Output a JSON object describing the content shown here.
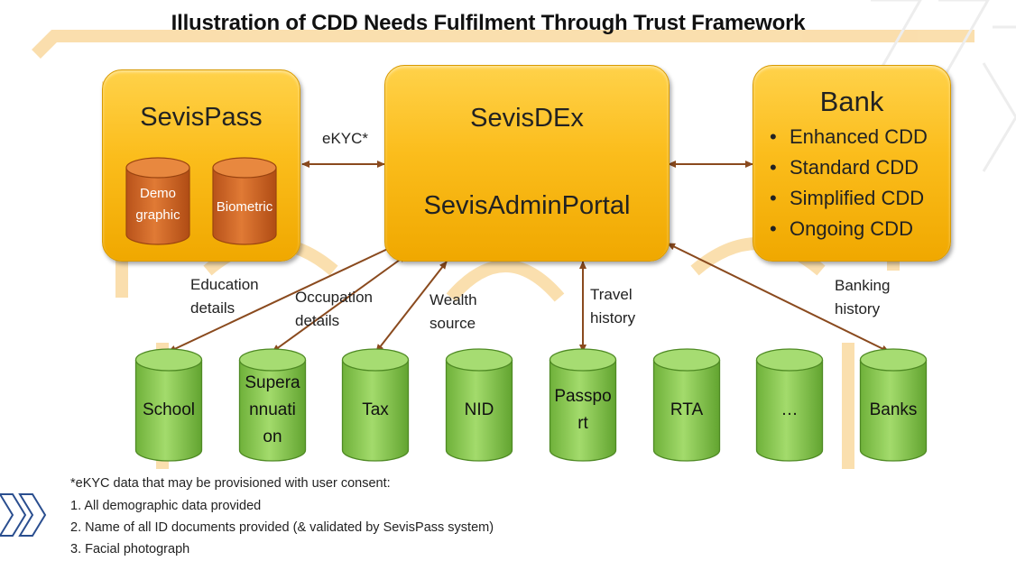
{
  "title": "Illustration of CDD Needs Fulfilment Through Trust Framework",
  "colors": {
    "box_fill": "#f7b51c",
    "box_border": "#d99a00",
    "orange_cylinder": "#d2651c",
    "green_cylinder": "#8cd050",
    "arrow": "#8a4a1e",
    "watermark": "#f6c46b"
  },
  "sevispass": {
    "title": "SevisPass",
    "db_demographic_line1": "Demo",
    "db_demographic_line2": "graphic",
    "db_biometric": "Biometric"
  },
  "center": {
    "top_title": "SevisDEx",
    "bottom_title": "SevisAdminPortal"
  },
  "bank": {
    "title": "Bank",
    "items": [
      "Enhanced CDD",
      "Standard CDD",
      "Simplified CDD",
      "Ongoing CDD"
    ]
  },
  "link_labels": {
    "ekyc": "eKYC*",
    "education_1": "Education",
    "education_2": "details",
    "occupation_1": "Occupation",
    "occupation_2": "details",
    "wealth_1": "Wealth",
    "wealth_2": "source",
    "travel_1": "Travel",
    "travel_2": "history",
    "banking_1": "Banking",
    "banking_2": "history"
  },
  "sources": [
    {
      "label": "School"
    },
    {
      "label": "Supera\nnnuati\non"
    },
    {
      "label": "Tax"
    },
    {
      "label": "NID"
    },
    {
      "label": "Passpo\nrt"
    },
    {
      "label": "RTA"
    },
    {
      "label": "…"
    },
    {
      "label": "Banks"
    }
  ],
  "footnote": {
    "heading": "*eKYC data that may be provisioned with user consent:",
    "items": [
      "1. All demographic data provided",
      "2. Name of all ID documents provided (& validated by SevisPass system)",
      "3. Facial photograph"
    ]
  }
}
